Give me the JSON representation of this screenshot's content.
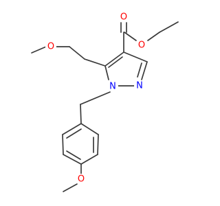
{
  "molecule": {
    "atoms": [
      {
        "id": "o-ester-carbonyl",
        "symbol": "O",
        "color": "#ff0000"
      },
      {
        "id": "o-ester-ether",
        "symbol": "O",
        "color": "#ff0000"
      },
      {
        "id": "o-methoxyethyl",
        "symbol": "O",
        "color": "#ff0000"
      },
      {
        "id": "n1-pyrazole",
        "symbol": "N",
        "color": "#0000ff"
      },
      {
        "id": "n2-pyrazole",
        "symbol": "N",
        "color": "#0000ff"
      },
      {
        "id": "o-methoxyphenyl",
        "symbol": "O",
        "color": "#ff0000"
      }
    ],
    "bond_color": "#3a3a3a"
  }
}
